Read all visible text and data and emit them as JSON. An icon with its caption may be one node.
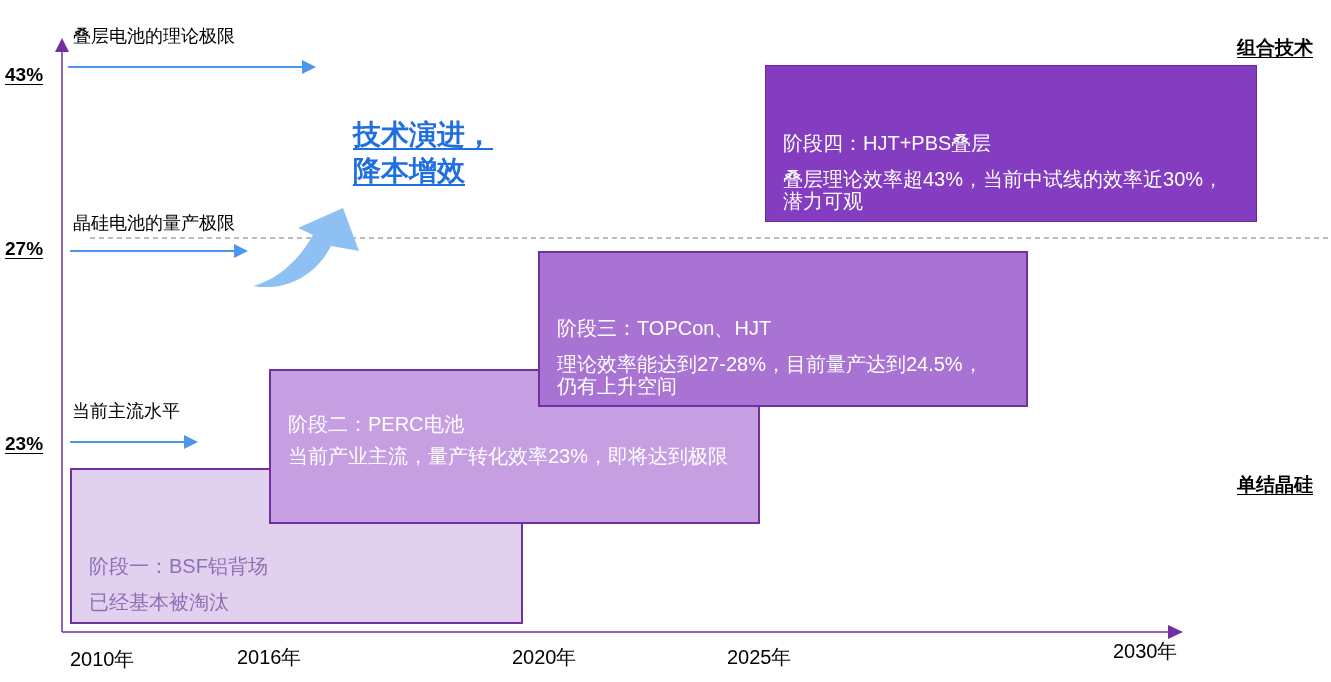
{
  "diagram": {
    "nodes": [
      {
        "text": [
          "阶段一：BSF铝背场",
          "已经基本被淘汰"
        ]
      },
      {
        "text": [
          "阶段二：PERC电池",
          "当前产业主流，量产转化效率23%，即将达到极限"
        ]
      },
      {
        "text": [
          "阶段三：TOPCon、HJT",
          "理论效率能达到27-28%，目前量产达到24.5%，仍有上升空间"
        ]
      },
      {
        "text": [
          "阶段四：HJT+PBS叠层",
          "叠层理论效率超43%，当前中试线的效率近30%，潜力可观"
        ]
      }
    ],
    "labels": [
      "叠层电池的理论极限",
      "组合技术",
      "43%",
      "技术演进，降本增效",
      "晶硅电池的量产极限",
      "27%",
      "当前主流水平",
      "23%",
      "单结晶硅",
      "2010年",
      "2016年",
      "2020年",
      "2025年",
      "2030年"
    ]
  }
}
